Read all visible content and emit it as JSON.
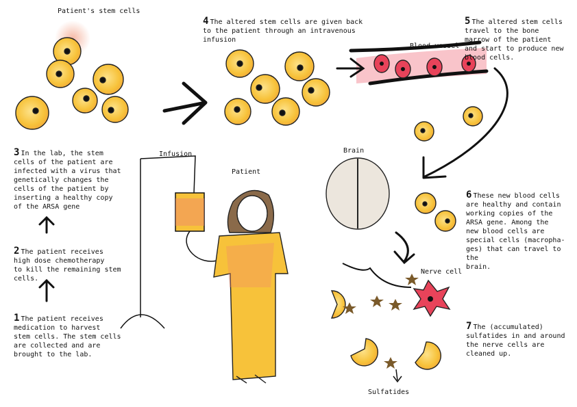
{
  "labels": {
    "stem_cells": "Patient's stem cells",
    "blood_vessel": "Blood vessel",
    "infusion": "Infusion",
    "patient": "Patient",
    "brain": "Brain",
    "nerve_cell": "Nerve cell",
    "sulfatides": "Sulfatides"
  },
  "steps": [
    {
      "num": "1",
      "text": "The patient receives\nmedication to harvest\nstem cells. The stem cells\nare collected and are\nbrought to the lab."
    },
    {
      "num": "2",
      "text": "The patient receives\nhigh dose chemotherapy\nto kill the remaining stem\ncells."
    },
    {
      "num": "3",
      "text": "In the lab, the stem\ncells of the patient are\ninfected with a virus that\ngenetically changes the\ncells of the patient by\ninserting a healthy copy\nof the ARSA gene"
    },
    {
      "num": "4",
      "text": "The altered stem cells are given back\nto the patient through an intravenous\ninfusion"
    },
    {
      "num": "5",
      "text": "The altered stem cells\ntravel to the bone\nmarrow of the patient\nand start to produce new\nblood cells."
    },
    {
      "num": "6",
      "text": "These new blood cells\nare healthy and contain\nworking copies of the\nARSA gene. Among the\nnew blood cells are\nspecial cells (macropha-\nges) that can travel to the\nbrain."
    },
    {
      "num": "7",
      "text": "The (accumulated)\nsulfatides in and around\nthe nerve cells are\ncleaned up."
    }
  ],
  "colors": {
    "cell_fill": "#f7c23a",
    "cell_glow": "#f08a6a",
    "blood": "#e8435a",
    "star": "#7a5a2a"
  }
}
